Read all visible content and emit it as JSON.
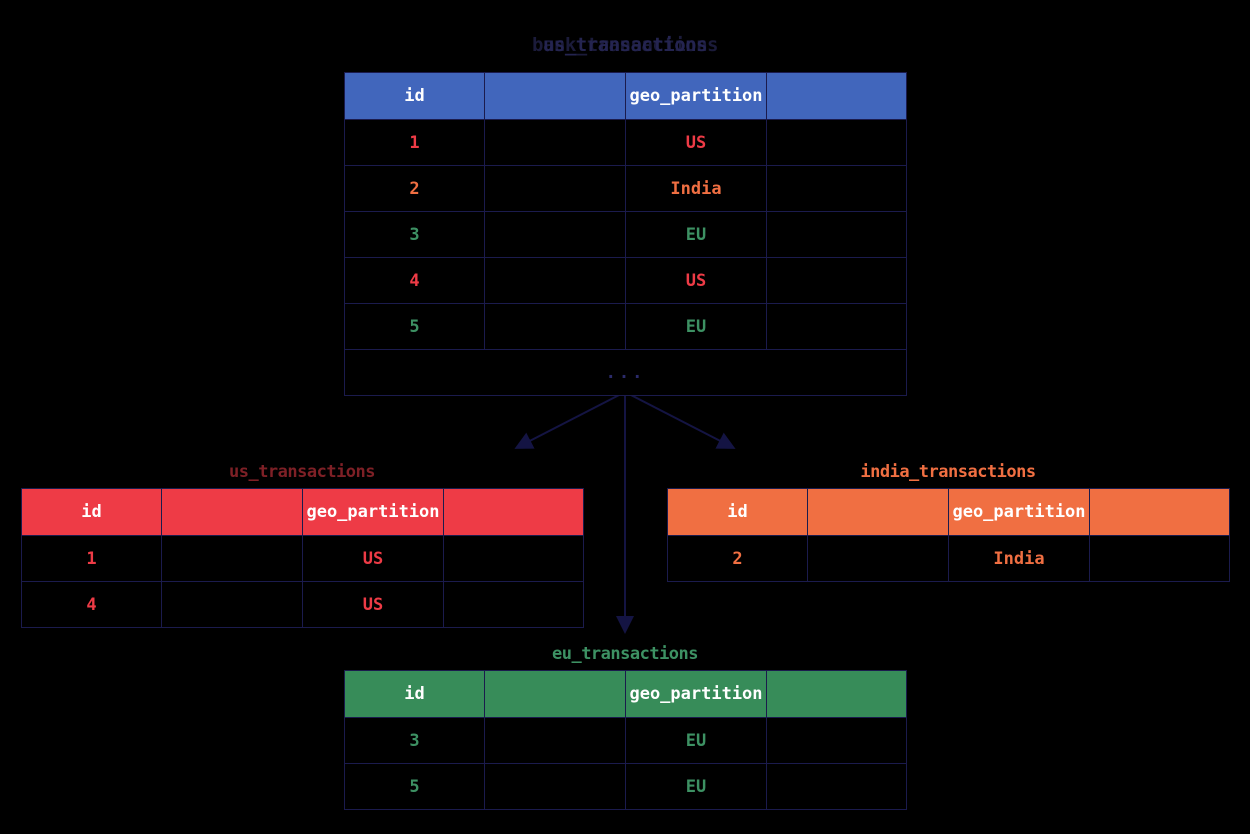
{
  "diagram": {
    "type": "geo-partitioning-diagram",
    "background": "#000000",
    "edge_color": "#1b1b4d",
    "colors": {
      "source_header": "#4166bc",
      "us_header": "#ee3b46",
      "india_header": "#f06f42",
      "eu_header": "#378c59",
      "us_value": "#ee3b46",
      "india_value": "#f06f42",
      "eu_value": "#3d9163",
      "border": "#1b1b4d",
      "ellipsis": "#2b2b6b"
    }
  },
  "source_table": {
    "title": "bank_transactions",
    "title_overlay": "us_transactions",
    "columns": [
      "id",
      "",
      "geo_partition",
      ""
    ],
    "rows": [
      {
        "id": "1",
        "blank1": "",
        "geo_partition": "US",
        "blank2": "",
        "region": "us"
      },
      {
        "id": "2",
        "blank1": "",
        "geo_partition": "India",
        "blank2": "",
        "region": "india"
      },
      {
        "id": "3",
        "blank1": "",
        "geo_partition": "EU",
        "blank2": "",
        "region": "eu"
      },
      {
        "id": "4",
        "blank1": "",
        "geo_partition": "US",
        "blank2": "",
        "region": "us"
      },
      {
        "id": "5",
        "blank1": "",
        "geo_partition": "EU",
        "blank2": "",
        "region": "eu"
      }
    ],
    "overflow_indicator": "..."
  },
  "partitions": [
    {
      "key": "us",
      "title": "us_transactions",
      "columns": [
        "id",
        "",
        "geo_partition",
        ""
      ],
      "rows": [
        {
          "id": "1",
          "blank1": "",
          "geo_partition": "US",
          "blank2": ""
        },
        {
          "id": "4",
          "blank1": "",
          "geo_partition": "US",
          "blank2": ""
        }
      ]
    },
    {
      "key": "india",
      "title": "india_transactions",
      "columns": [
        "id",
        "",
        "geo_partition",
        ""
      ],
      "rows": [
        {
          "id": "2",
          "blank1": "",
          "geo_partition": "India",
          "blank2": ""
        }
      ]
    },
    {
      "key": "eu",
      "title": "eu_transactions",
      "columns": [
        "id",
        "",
        "geo_partition",
        ""
      ],
      "rows": [
        {
          "id": "3",
          "blank1": "",
          "geo_partition": "EU",
          "blank2": ""
        },
        {
          "id": "5",
          "blank1": "",
          "geo_partition": "EU",
          "blank2": ""
        }
      ]
    }
  ]
}
